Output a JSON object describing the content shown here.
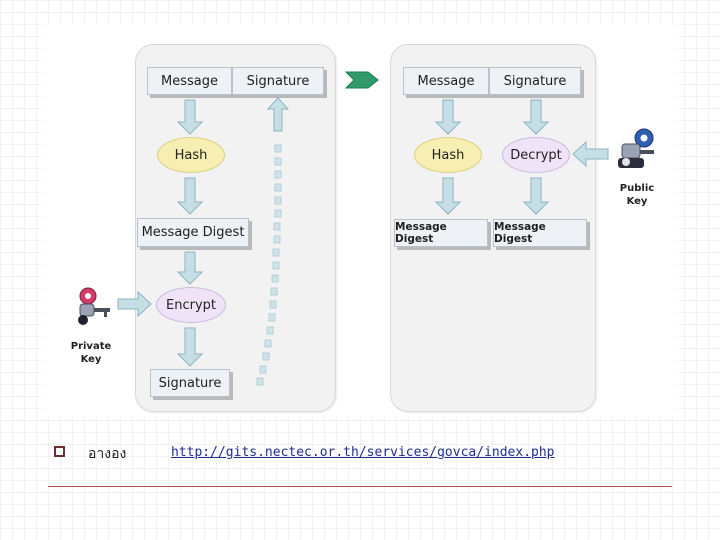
{
  "left": {
    "message": "Message",
    "signature": "Signature",
    "hash": "Hash",
    "digest": "Message Digest",
    "encrypt": "Encrypt",
    "signature_out": "Signature",
    "private_key_line1": "Private",
    "private_key_line2": "Key"
  },
  "right": {
    "message": "Message",
    "signature": "Signature",
    "hash": "Hash",
    "decrypt": "Decrypt",
    "digest_a": "Message Digest",
    "digest_b": "Message Digest",
    "public_key_line1": "Public",
    "public_key_line2": "Key"
  },
  "footer": {
    "label": "อางอง",
    "url": "http://gits.nectec.or.th/services/govca/index.php"
  },
  "colors": {
    "arrow_fill": "#c6dfe6",
    "arrow_stroke": "#8fb3bf",
    "transfer_arrow": "#2f9b6b",
    "dotted_arrow": "#cfe4ea",
    "rule": "#c0504d"
  }
}
